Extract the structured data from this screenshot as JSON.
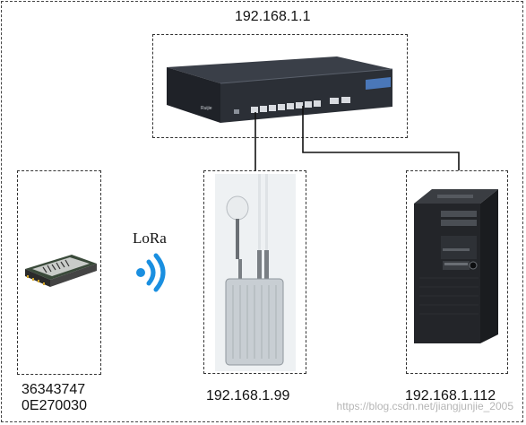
{
  "router": {
    "ip": "192.168.1.1",
    "brand": "Ruijie",
    "icon": "router-icon"
  },
  "lora": {
    "label": "LoRa",
    "icon": "wireless-signal-icon"
  },
  "module": {
    "line1": "36343747",
    "line2": "0E270030",
    "icon": "lora-module-icon"
  },
  "gateway": {
    "ip": "192.168.1.99",
    "icon": "outdoor-gateway-icon"
  },
  "server": {
    "ip": "192.168.1.112",
    "icon": "tower-server-icon"
  },
  "watermark": "https://blog.csdn.net/jiangjunjie_2005",
  "colors": {
    "signal": "#1a8fe0",
    "router_body": "#2b2f36",
    "line": "#111111"
  }
}
